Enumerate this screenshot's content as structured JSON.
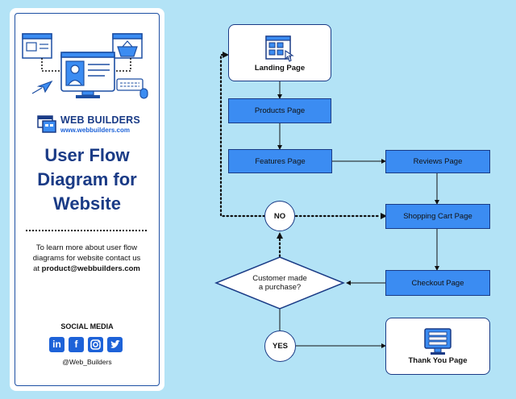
{
  "sidebar": {
    "brand_name": "WEB BUILDERS",
    "brand_url": "www.webbuilders.com",
    "title_lines": [
      "User Flow",
      "Diagram for",
      "Website"
    ],
    "description_lines": [
      "To learn more about  user flow",
      "diagrams for website contact us"
    ],
    "contact_prefix": "at ",
    "contact_email": "product@webbuilders.com",
    "social_title": "SOCIAL MEDIA",
    "social_icons": [
      "linkedin-icon",
      "facebook-icon",
      "instagram-icon",
      "twitter-icon"
    ],
    "handle": "@Web_Builders"
  },
  "flow": {
    "landing": "Landing Page",
    "products": "Products Page",
    "features": "Features Page",
    "reviews": "Reviews Page",
    "cart": "Shopping Cart Page",
    "checkout": "Checkout Page",
    "decision_lines": [
      "Customer made",
      "a purchase?"
    ],
    "no": "NO",
    "yes": "YES",
    "thankyou": "Thank You Page"
  },
  "colors": {
    "background": "#b3e3f6",
    "navy": "#1a3b86",
    "blue": "#3b8cf2",
    "accent": "#1d62d8"
  }
}
